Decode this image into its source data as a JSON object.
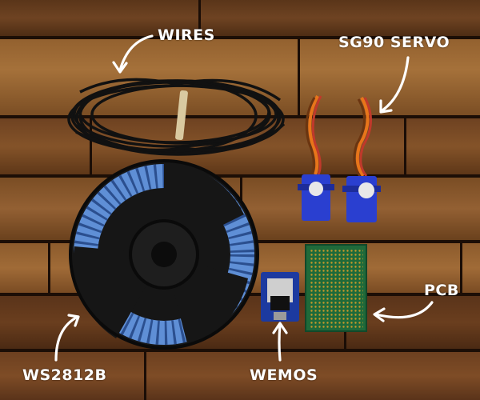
{
  "labels": {
    "wires": "WIRES",
    "servo": "SG90 SERVO",
    "led_strip": "WS2812B",
    "wemos": "WEMOS",
    "pcb": "PCB"
  },
  "colors": {
    "wood_light": "#8a5a2b",
    "wood_dark": "#4a2c16",
    "cable": "#121212",
    "reel": "#1a1a1a",
    "led_tape": "#5f8fd6",
    "servo_body": "#2a3fd0",
    "servo_wire_orange": "#e8751a",
    "servo_wire_brown": "#6b3510",
    "pcb_green": "#1f6a3a",
    "pcb_copper": "#c89a2a",
    "wemos_blue": "#1c3aa0",
    "annotation": "#ffffff"
  }
}
